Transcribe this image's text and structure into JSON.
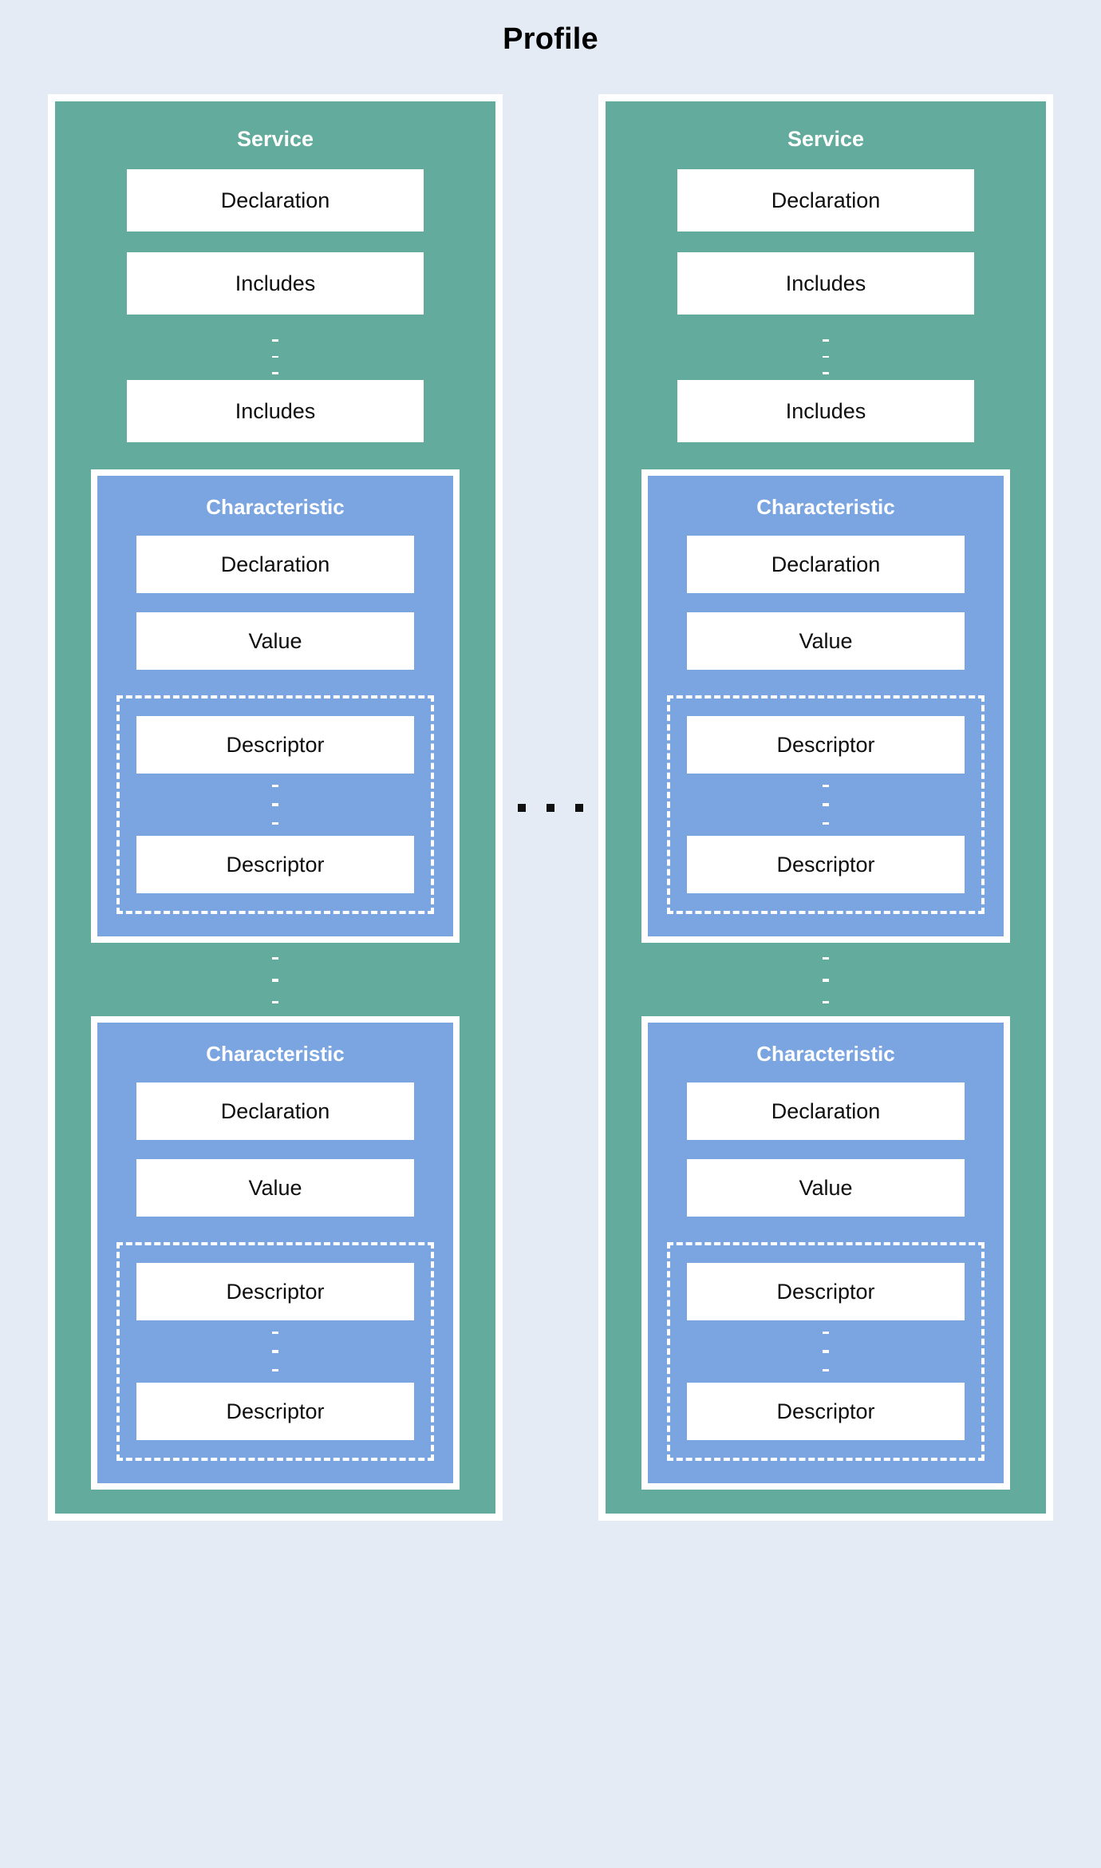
{
  "diagram": {
    "title": "Profile",
    "background_color": "#e4ebf5",
    "service_color": "#63ab9c",
    "characteristic_color": "#7ba5e0",
    "box_color": "#ffffff",
    "border_color": "#ffffff",
    "ellipsis_dark_color": "#111111"
  },
  "labels": {
    "service": "Service",
    "characteristic": "Characteristic",
    "declaration": "Declaration",
    "includes": "Includes",
    "value": "Value",
    "descriptor": "Descriptor"
  },
  "services": [
    {
      "title": "Service",
      "boxes": [
        "Declaration",
        "Includes",
        "Includes"
      ],
      "characteristics": [
        {
          "title": "Characteristic",
          "boxes": [
            "Declaration",
            "Value"
          ],
          "descriptors": [
            "Descriptor",
            "Descriptor"
          ]
        },
        {
          "title": "Characteristic",
          "boxes": [
            "Declaration",
            "Value"
          ],
          "descriptors": [
            "Descriptor",
            "Descriptor"
          ]
        }
      ]
    },
    {
      "title": "Service",
      "boxes": [
        "Declaration",
        "Includes",
        "Includes"
      ],
      "characteristics": [
        {
          "title": "Characteristic",
          "boxes": [
            "Declaration",
            "Value"
          ],
          "descriptors": [
            "Descriptor",
            "Descriptor"
          ]
        },
        {
          "title": "Characteristic",
          "boxes": [
            "Declaration",
            "Value"
          ],
          "descriptors": [
            "Descriptor",
            "Descriptor"
          ]
        }
      ]
    }
  ]
}
